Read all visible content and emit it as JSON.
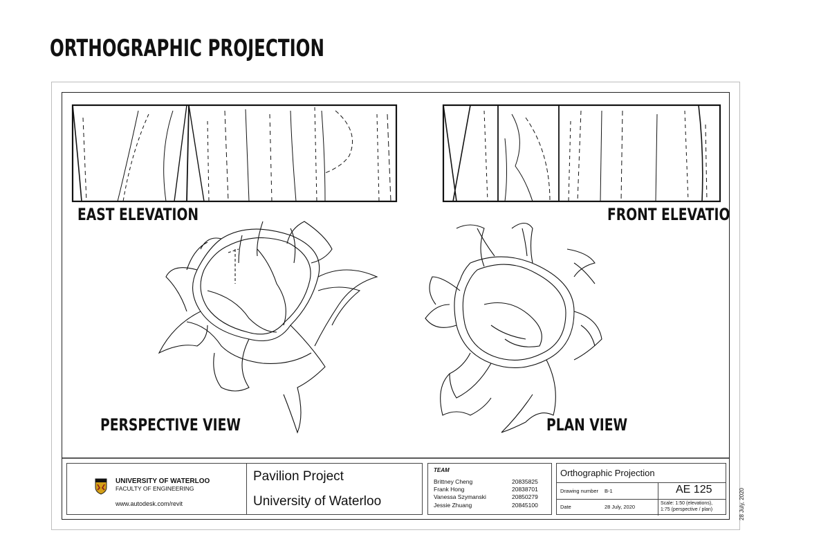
{
  "page_title": "ORTHOGRAPHIC PROJECTION",
  "views": {
    "east_elevation": "EAST ELEVATION",
    "front_elevation": "FRONT ELEVATION",
    "perspective_view": "PERSPECTIVE VIEW",
    "plan_view": "PLAN VIEW"
  },
  "title_block": {
    "university_name": "UNIVERSITY OF WATERLOO",
    "faculty": "FACULTY OF ENGINEERING",
    "website": "www.autodesk.com/revit",
    "project_name": "Pavilion Project",
    "client": "University of Waterloo",
    "team_heading": "TEAM",
    "team": [
      {
        "name": "Brittney Cheng",
        "id": "20835825"
      },
      {
        "name": "Frank Hong",
        "id": "20838701"
      },
      {
        "name": "Vanessa Szymanski",
        "id": "20850279"
      },
      {
        "name": "Jessie Zhuang",
        "id": "20845100"
      }
    ],
    "sheet_title": "Orthographic Projection",
    "sheet_number": "AE 125",
    "drawing_number_label": "Drawing number",
    "drawing_number_value": "B-1",
    "date_label": "Date",
    "date_value": "28 July, 2020",
    "scale_line1": "Scale:   1:50 (elevations),",
    "scale_line2": "1:75 (perspective / plan)",
    "side_date": "28 July, 2020"
  }
}
